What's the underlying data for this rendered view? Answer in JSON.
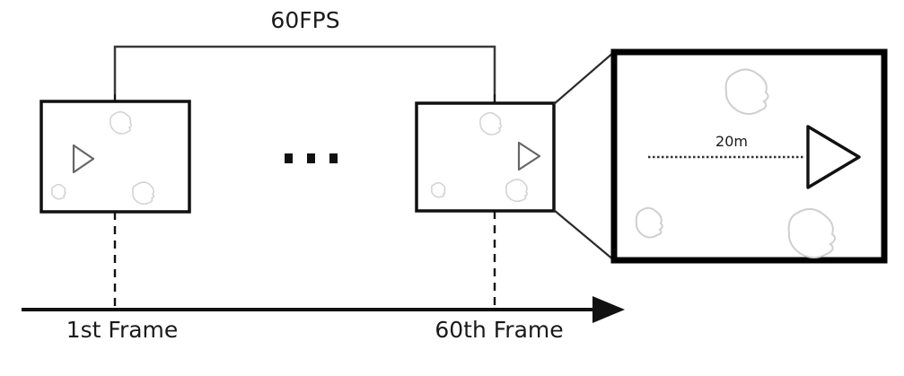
{
  "diagram": {
    "title_label": "60FPS",
    "frames": [
      {
        "id": "frame-1",
        "caption": "1st Frame"
      },
      {
        "id": "frame-60",
        "caption": "60th Frame"
      }
    ],
    "ellipsis": "···",
    "zoom_panel": {
      "distance_label": "20m"
    },
    "colors": {
      "stroke": "#1a1a1a",
      "frame_border": "#111111",
      "obstacle_outline": "#d0d0d0",
      "agent_outline": "#555555",
      "background": "#ffffff"
    }
  }
}
